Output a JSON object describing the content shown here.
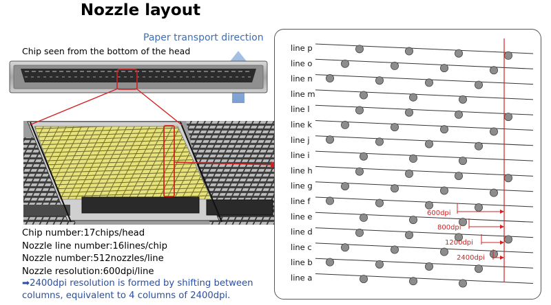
{
  "title": "Nozzle layout",
  "transport_direction_label": "Paper transport direction",
  "chip_caption": "Chip seen from the bottom of the head",
  "nozzle_lines": [
    "line p",
    "line o",
    "line n",
    "line m",
    "line l",
    "line k",
    "line j",
    "line i",
    "line h",
    "line g",
    "line f",
    "line e",
    "line d",
    "line c",
    "line b",
    "line a"
  ],
  "resolution_annotations": [
    "600dpi",
    "800dpi",
    "1200dpi",
    "2400dpi"
  ],
  "specs": [
    "Chip number:17chips/head",
    "Nozzle line number:16lines/chip",
    "Nozzle number:512nozzles/line",
    "Nozzle resolution:600dpi/line"
  ],
  "note": {
    "arrow": "➡",
    "text": "2400dpi resolution is formed by shifting between columns, equivalent to 4 columns of 2400dpi."
  },
  "colors": {
    "accent_red": "#d42020",
    "arrow_blue": "#8fb0dc",
    "note_blue": "#2a4fa0",
    "nozzle_fill": "#8c8c8c",
    "chip_yellow": "#e7e27a"
  }
}
